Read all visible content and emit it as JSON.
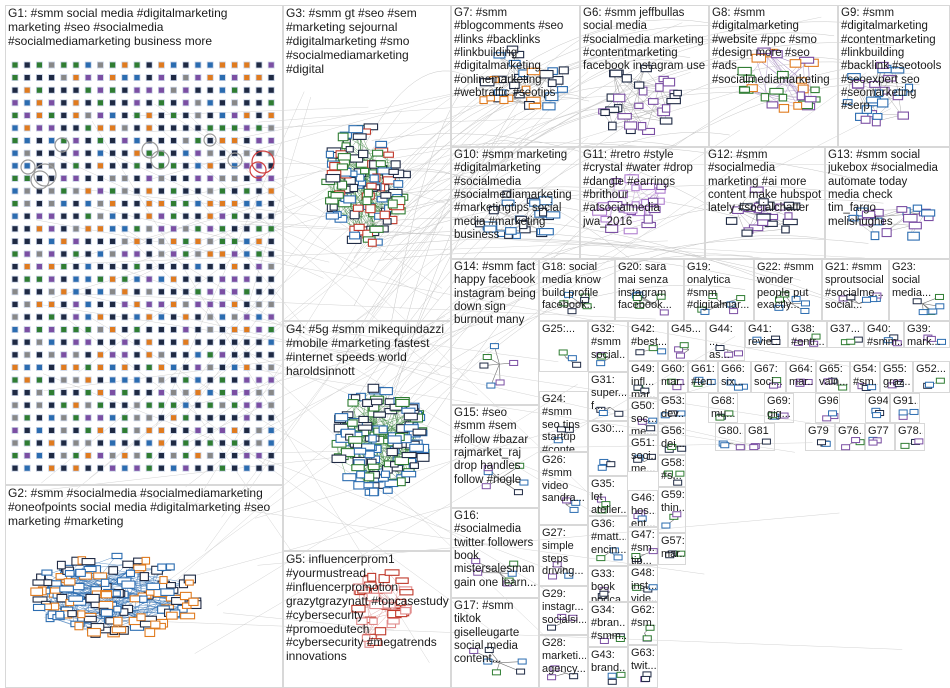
{
  "graph_title": "",
  "groups": [
    {
      "id": "G1",
      "label": "G1: #smm social media #digitalmarketing\nmarketing #seo #socialmedia\n#socialmediamarketing business more"
    },
    {
      "id": "G2",
      "label": "G2: #smm #socialmedia #socialmediamarketing\n#oneofpoints social media #digitalmarketing #seo\nmarketing #marketing"
    },
    {
      "id": "G3",
      "label": "G3: #smm gt #seo #sem\n#marketing sejournal\n#digitalmarketing #smo\n#socialmediamarketing #digital"
    },
    {
      "id": "G4",
      "label": "G4: #5g #smm mikequindazzi\n#mobile #marketing fastest\n#internet speeds world\nharoldsinnott"
    },
    {
      "id": "G5",
      "label": "G5: influencerprom1\n#yourmustread\n#influencerpromotion\ngrazytgrazynatt #topcasestudy\n#cybersecurity #promoedutech\n#cybersecurity #megatrends\ninnovations"
    },
    {
      "id": "G6",
      "label": "G6: #smm jeffbullas\nsocial media\n#socialmedia marketing\n#contentmarketing\nfacebook instagram use"
    },
    {
      "id": "G7",
      "label": "G7: #smm\n#blogcomments #seo\n#links #backlinks\n#linkbuilding\n#digitalmarketing\n#onlinemarketing\n#webtraffic #seotips"
    },
    {
      "id": "G8",
      "label": "G8: #smm\n#digitalmarketing\n#website #ppc #smo\n#design more #seo\n#ads\n#socialmediamarketing"
    },
    {
      "id": "G9",
      "label": "G9: #smm\n#digitalmarketing\n#contentmarketing\n#linkbuilding\n#backlink #seotools\n#seoexpert seo\n#seomarketing\n#serp"
    },
    {
      "id": "G10",
      "label": "G10: #smm marketing\n#digitalmarketing\n#socialmedia\n#socialmediamarketing\n#marketingtips social\nmedia #marketing\nbusiness"
    },
    {
      "id": "G11",
      "label": "G11: #retro #style\n#crystal #water #drop\n#dangle #earrings\n#brithour\n#atsocialmedia\njwa_2016"
    },
    {
      "id": "G12",
      "label": "G12: #smm\n#socialmedia\nmarketing #ai more\ncontent make hubspot\nlately #socialchatter"
    },
    {
      "id": "G13",
      "label": "G13: #smm social\njukebox #socialmedia\nautomate today\nmedia check\ntim_fargo\nmelishughes"
    },
    {
      "id": "G14",
      "label": "G14: #smm fact\nhappy facebook\ninstagram being\ndown sign\nburnout many"
    },
    {
      "id": "G15",
      "label": "G15: #seo\n#smm #sem\n#follow #bazar\nrajmarket_raj\ndrop handles\nfollow #riogle"
    },
    {
      "id": "G16",
      "label": "G16:\n#socialmedia\ntwitter followers\nbook\nmistersalesman\ngain one learn..."
    },
    {
      "id": "G17",
      "label": "G17: #smm\ntiktok\ngiselleugarte\nsocial media\ncontent..."
    },
    {
      "id": "G18",
      "label": "G18: social\nmedia know\nbuild profile\nfacebook..."
    },
    {
      "id": "G19",
      "label": "G19:\nonalytica\n#smm\n#digitalmar..."
    },
    {
      "id": "G20",
      "label": "G20: sara\nmai senza\ninstagram\nfacebook..."
    },
    {
      "id": "G21",
      "label": "G21: #smm\nsproutsocial\n#socialme...\nsocial..."
    },
    {
      "id": "G22",
      "label": "G22: #smm\nwonder\npeople put\nexactly..."
    },
    {
      "id": "G23",
      "label": "G23:\nsocial\nmedia..."
    },
    {
      "id": "G24",
      "label": "G24:\n#smm\nseo tips\nstartup\n#conte..."
    },
    {
      "id": "G25",
      "label": "G25:..."
    },
    {
      "id": "G26",
      "label": "G26:\n#smm\nvideo\nsandra..."
    },
    {
      "id": "G27",
      "label": "G27:\nsimple\nsteps\ndriving..."
    },
    {
      "id": "G28",
      "label": "G28:\nmarketi...\nagency..."
    },
    {
      "id": "G29",
      "label": "G29:\ninstagr...\nsocialsi..."
    },
    {
      "id": "G30",
      "label": "G30:..."
    },
    {
      "id": "G31",
      "label": "G31:\nsuper...\nf..."
    },
    {
      "id": "G32",
      "label": "G32:\n#smm\nsocial..."
    },
    {
      "id": "G33",
      "label": "G33:\nbook\npodca...\ndaniel..."
    },
    {
      "id": "G34",
      "label": "G34:\n#bran...\n#smm..."
    },
    {
      "id": "G35",
      "label": "G35:\nlet\natelier..."
    },
    {
      "id": "G36",
      "label": "G36:\n#matt...\nencin..."
    },
    {
      "id": "G37",
      "label": "G37..."
    },
    {
      "id": "G38",
      "label": "G38:\n#entr..."
    },
    {
      "id": "G39",
      "label": "G39:\nmark..."
    },
    {
      "id": "G40",
      "label": "G40:\n#smm..."
    },
    {
      "id": "G41",
      "label": "G41:\nrevie..."
    },
    {
      "id": "G42",
      "label": "G42:\n#best..."
    },
    {
      "id": "G43",
      "label": "G43:\nbrand..."
    },
    {
      "id": "G44",
      "label": "G44: ...\nas..."
    },
    {
      "id": "G45",
      "label": "G45..."
    },
    {
      "id": "G46",
      "label": "G46:\nhos...\nent..."
    },
    {
      "id": "G47",
      "label": "G47:\n#sm...\ntip..."
    },
    {
      "id": "G48",
      "label": "G48:\ninst...\nvide..."
    },
    {
      "id": "G49",
      "label": "G49:\ninfl...\nmar..."
    },
    {
      "id": "G50",
      "label": "G50:\nsoc...\nme..."
    },
    {
      "id": "G51",
      "label": "G51:\nsoci...\nme..."
    },
    {
      "id": "G52",
      "label": "G52..."
    },
    {
      "id": "G53",
      "label": "G53:\ndev..."
    },
    {
      "id": "G54",
      "label": "G54:\n#sm..."
    },
    {
      "id": "G55",
      "label": "G55:\ngraz..."
    },
    {
      "id": "G56",
      "label": "G56:\ndei..."
    },
    {
      "id": "G57",
      "label": "G57:\nmar..."
    },
    {
      "id": "G58",
      "label": "G58:\n#s..."
    },
    {
      "id": "G59",
      "label": "G59:\nthin..."
    },
    {
      "id": "G60",
      "label": "G60:\nmar..."
    },
    {
      "id": "G61",
      "label": "G61:\n#ten..."
    },
    {
      "id": "G62",
      "label": "G62:\n#sm..."
    },
    {
      "id": "G63",
      "label": "G63:\ntwit..."
    },
    {
      "id": "G64",
      "label": "G64:\nmar..."
    },
    {
      "id": "G65",
      "label": "G65:\nvain..."
    },
    {
      "id": "G66",
      "label": "G66:\nsix..."
    },
    {
      "id": "G67",
      "label": "G67:\nsoci..."
    },
    {
      "id": "G68",
      "label": "G68:\nmu..."
    },
    {
      "id": "G69",
      "label": "G69:\ngig..."
    },
    {
      "id": "G76",
      "label": "G76..."
    },
    {
      "id": "G77",
      "label": "G77"
    },
    {
      "id": "G78",
      "label": "G78..."
    },
    {
      "id": "G79",
      "label": "G79"
    },
    {
      "id": "G80",
      "label": "G80..."
    },
    {
      "id": "G81",
      "label": "G81"
    },
    {
      "id": "G91",
      "label": "G91..."
    },
    {
      "id": "G94",
      "label": "G94"
    },
    {
      "id": "G96",
      "label": "G96..."
    }
  ],
  "colors": {
    "background": "#ffffff",
    "cell_border": "#d8d8d8",
    "edge": "#6f6f6f",
    "edge_faint": "#c8c8c8",
    "label_text": "#1a1a1a",
    "node_dark": "#1f2a44",
    "node_blue": "#2b6cb0",
    "node_green": "#2f7d32",
    "node_red": "#c0392b",
    "node_purple": "#7b4fa3",
    "node_orange": "#e07b1f",
    "node_gray": "#888888",
    "ring_red": "#d04040",
    "ring_gray": "#9a9a9a"
  }
}
